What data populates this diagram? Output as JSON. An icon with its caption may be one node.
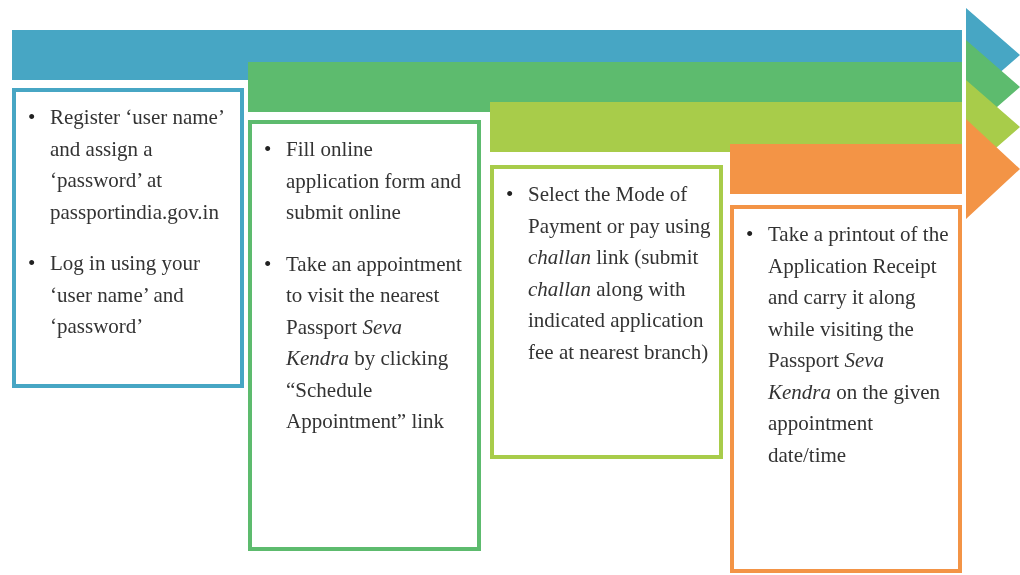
{
  "diagram": {
    "nodes": [
      {
        "text": [
          "Register ‘user name’ and assign a ‘password’ at passportindia.gov.in",
          "Log in using your ‘user name’ and ‘password’"
        ]
      },
      {
        "text": [
          "Fill online application form and submit online",
          "Take an appointment to visit the nearest Passport *Seva Kendra* by clicking “Schedule Appointment” link"
        ]
      },
      {
        "text": [
          "Select the Mode of Payment or pay using *challan* link (submit *challan* along with indicated application fee at nearest branch)"
        ]
      },
      {
        "text": [
          "Take a printout of the Application Receipt and carry it along while visiting the Passport *Seva Kendra* on the given appointment date/time"
        ]
      }
    ],
    "labels": [
      "•",
      "•",
      "•",
      "•",
      "•",
      "•"
    ]
  }
}
